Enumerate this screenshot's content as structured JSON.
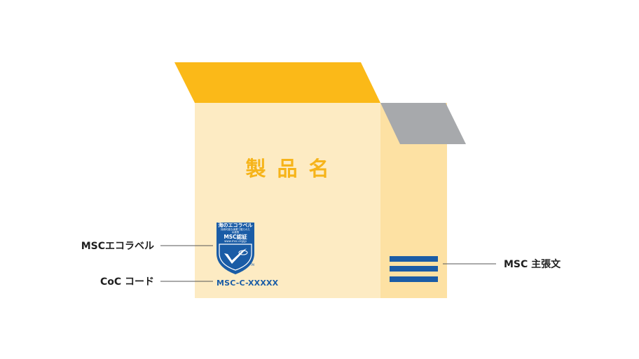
{
  "product_name": "製品名",
  "labels": {
    "eco_label": "MSCエコラベル",
    "coc_code": "CoC コード",
    "claim": "MSC 主張文"
  },
  "coc_code_value": "MSC-C-XXXXX",
  "eco_logo": {
    "line1": "海のエコラベル",
    "line2": "持続可能な漁業で獲られた",
    "line3": "水産物",
    "line4": "MSC認証",
    "line5": "www.msc.org/jp",
    "trademark": "TM",
    "icon": "msc-fish-checkmark-icon"
  },
  "colors": {
    "box_front": "#fdebc3",
    "box_side": "#fde1a3",
    "flap_front": "#fbb918",
    "flap_side": "#a7a9ac",
    "msc_blue": "#1a5ca6",
    "text_accent": "#f6b41a"
  }
}
